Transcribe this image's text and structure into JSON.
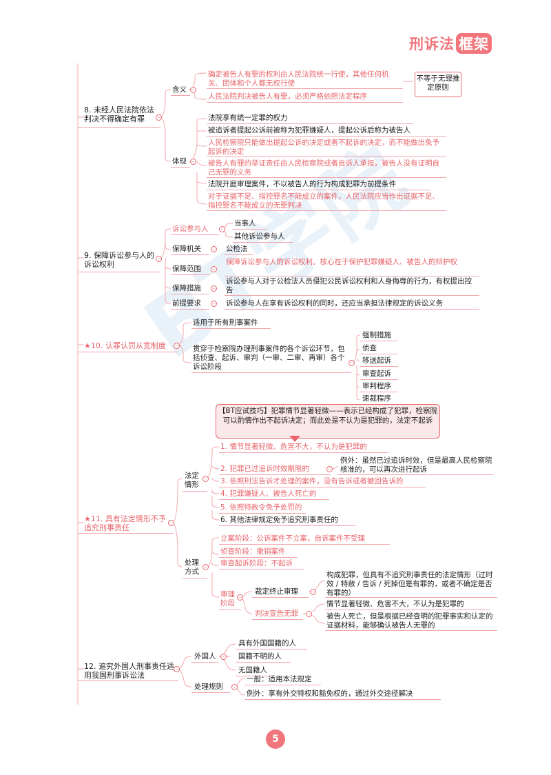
{
  "brand": {
    "title": "刑诉法",
    "badge": "框架"
  },
  "page_number": "5",
  "watermark": "BT学院",
  "s8": {
    "topic": "8. 未经人民法院依法判决不得确定有罪",
    "hanyi": "含义",
    "hanyi_items": [
      "确定被告人有罪的权利由人民法院统一行使，其他任何机关、团体和个人都无权行使",
      "人民法院判决被告人有罪，必须严格依照法定程序"
    ],
    "note": "不等于无罪推定原则",
    "tixian": "体现",
    "tixian_items": [
      "法院享有统一定罪的权力",
      "被追诉者提起公诉前被称为犯罪嫌疑人，提起公诉后称为被告人",
      "人民检察院只能做出提起公诉的决定或者不起诉的决定，而不能做出免予起诉的决定",
      "被告人有罪的举证责任由人民检察院或者自诉人承担，被告人没有证明自己无罪的义务",
      "法院开庭审理案件，不以被告人的行为构成犯罪为前提条件",
      "对于证据不足、指控罪名不能成立的案件，人民法院应当作出证据不足、指控罪名不能成立的无罪判决"
    ]
  },
  "s9": {
    "topic": "9. 保障诉讼参与人的诉讼权利",
    "canyu": "诉讼参与人",
    "canyu_items": [
      "当事人",
      "其他诉讼参与人"
    ],
    "jiguan": "保障机关",
    "jiguan_val": "公检法",
    "fanwei": "保障范围",
    "fanwei_val": "保障诉讼参与人的诉讼权利。核心在于保护犯罪嫌疑人、被告人的辩护权",
    "cuoshi": "保障措施",
    "cuoshi_val": "诉讼参与人对于公检法人员侵犯公民诉讼权利和人身侮辱的行为，有权提出控告",
    "yaoqiu": "前提要求",
    "yaoqiu_val": "诉讼参与人在享有诉讼权利的同时，还应当承担法律规定的诉讼义务"
  },
  "s10": {
    "topic": "★10. 认罪认罚从宽制度",
    "a": "适用于所有刑事案件",
    "b": "贯穿于检察院办理刑事案件的各个诉讼环节，包括侦查、起诉、审判（一审、二审、再审）各个诉讼阶段",
    "stages": [
      "强制措施",
      "侦查",
      "移送起诉",
      "审查起诉",
      "审判程序",
      "速裁程序"
    ]
  },
  "s11": {
    "tip": "【BT应试技巧】犯罪情节显著轻微——表示已经构成了犯罪，检察院可以酌情作出不起诉决定；而此处是不认为是犯罪的，法定不起诉",
    "topic": "★11. 具有法定情形不予追究刑事责任",
    "fading": "法定情形",
    "fading_items": [
      "1. 情节显著轻微、危害不大，不认为是犯罪的",
      "2. 犯罪已过追诉时效期限的",
      "3. 依照刑法告诉才处理的案件，没有告诉或者撤回告诉的",
      "4. 犯罪嫌疑人、被告人死亡的",
      "5. 依照特赦令免予处罚的",
      "6. 其他法律规定免予追究刑事责任的"
    ],
    "liwai": "例外：虽然已过追诉时效，但是最高人民检察院核准的，可以再次进行起诉",
    "chuli": "处理方式",
    "chuli_items": [
      "立案阶段：公诉案件不立案，自诉案件不受理",
      "侦查阶段：撤销案件",
      "审查起诉阶段：不起诉"
    ],
    "shenli": "审理阶段",
    "zhongzhi": "裁定终止审理",
    "zhongzhi_val": "构成犯罪，但具有不追究刑事责任的法定情形（过时效 / 特赦 / 告诉 / 死掉但是有罪的，或者不确定是否有罪的）",
    "wuzui": "判决宣告无罪",
    "wuzui_items": [
      "情节显著轻微、危害不大，不认为是犯罪的",
      "被告人死亡，但是根据已经查明的犯罪事实和认定的证据材料，能够确认被告人无罪的"
    ]
  },
  "s12": {
    "topic": "12. 追究外国人刑事责任适用我国刑事诉讼法",
    "waiguoren": "外国人",
    "waiguoren_items": [
      "具有外国国籍的人",
      "国籍不明的人",
      "无国籍人"
    ],
    "guize": "处理规则",
    "guize_items": [
      "一般：适用本法规定",
      "例外：享有外交特权和豁免权的，通过外交途径解决"
    ]
  }
}
